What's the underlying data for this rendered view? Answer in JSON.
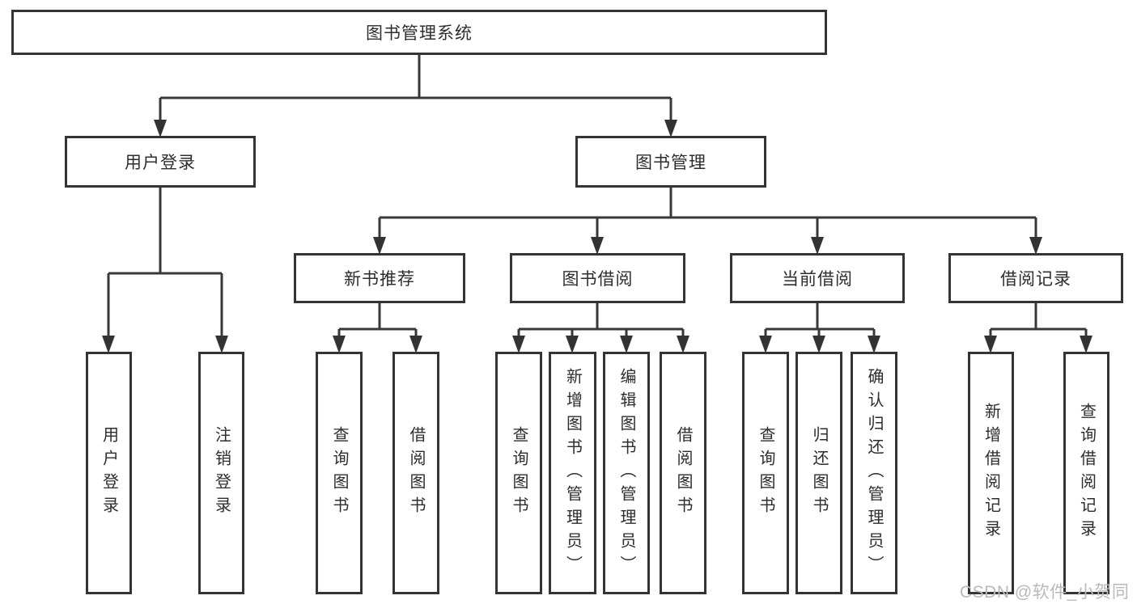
{
  "watermark": "CSDN @软件_小贺同学",
  "colors": {
    "line": "#383838",
    "box_border": "#343434",
    "box_fill": "#ffffff",
    "text": "#2d2d2d",
    "watermark": "#b9b9b9",
    "background": "#ffffff"
  },
  "tree": {
    "root": {
      "label": "图书管理系统"
    },
    "children": [
      {
        "label": "用户登录",
        "children": [
          {
            "label": "用户登录"
          },
          {
            "label": "注销登录"
          }
        ]
      },
      {
        "label": "图书管理",
        "children": [
          {
            "label": "新书推荐",
            "children": [
              {
                "label": "查询图书"
              },
              {
                "label": "借阅图书"
              }
            ]
          },
          {
            "label": "图书借阅",
            "children": [
              {
                "label": "查询图书"
              },
              {
                "label": "新增图书（管理员）"
              },
              {
                "label": "编辑图书（管理员）"
              },
              {
                "label": "借阅图书"
              }
            ]
          },
          {
            "label": "当前借阅",
            "children": [
              {
                "label": "查询图书"
              },
              {
                "label": "归还图书"
              },
              {
                "label": "确认归还（管理员）"
              }
            ]
          },
          {
            "label": "借阅记录",
            "children": [
              {
                "label": "新增借阅记录"
              },
              {
                "label": "查询借阅记录"
              }
            ]
          }
        ]
      }
    ]
  }
}
